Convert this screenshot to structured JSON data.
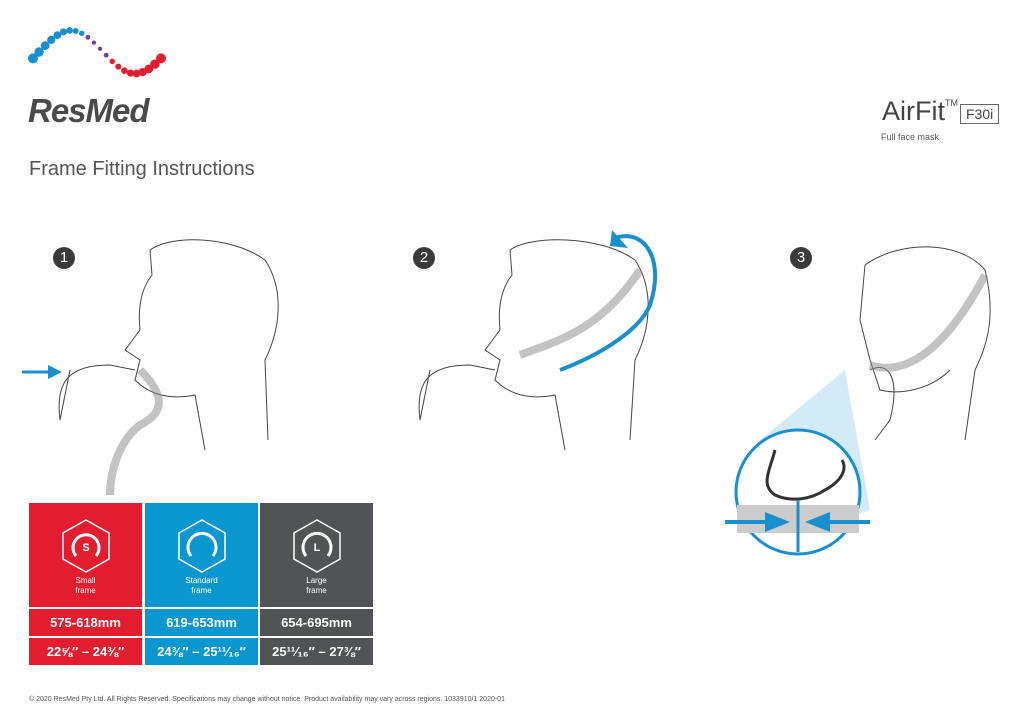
{
  "header": {
    "brand": "ResMed",
    "title": "Frame Fitting Instructions",
    "product_name": "AirFit",
    "trademark": "TM",
    "model": "F30i",
    "product_subtitle": "Full face mask"
  },
  "steps": [
    {
      "number": "1"
    },
    {
      "number": "2"
    },
    {
      "number": "3"
    }
  ],
  "size_table": {
    "columns": [
      {
        "letter": "S",
        "label_line1": "Small",
        "label_line2": "frame",
        "mm": "575-618mm",
        "inches": "22⅝″ – 24⅜″",
        "color": "#e31d2f"
      },
      {
        "letter": "",
        "label_line1": "Standard",
        "label_line2": "frame",
        "mm": "619-653mm",
        "inches": "24⅜″ – 25¹¹⁄₁₆″",
        "color": "#0a97cf"
      },
      {
        "letter": "L",
        "label_line1": "Large",
        "label_line2": "frame",
        "mm": "654-695mm",
        "inches": "25¹¹⁄₁₆″ – 27⅜″",
        "color": "#525357"
      }
    ]
  },
  "colors": {
    "accent_blue": "#1a8fd0",
    "red": "#e31d2f",
    "gray": "#525357"
  },
  "footer": "© 2020 ResMed Pty Ltd. All Rights Reserved. Specifications may change without notice. Product availability may vary across regions. 1033910/1 2020-01"
}
